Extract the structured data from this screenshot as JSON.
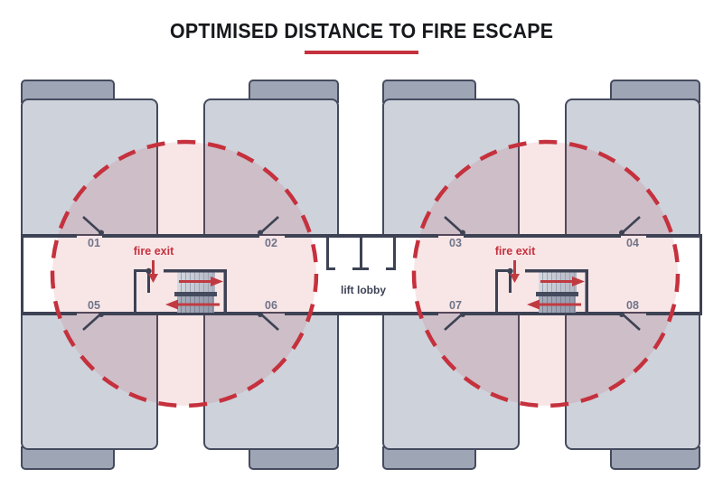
{
  "title": {
    "text": "OPTIMISED DISTANCE TO FIRE ESCAPE"
  },
  "labels": {
    "fire_exit": "fire exit",
    "lift_lobby": "lift lobby"
  },
  "units": [
    "01",
    "02",
    "03",
    "04",
    "05",
    "06",
    "07",
    "08"
  ],
  "icons": {
    "fire_exit_arrow": "arrow-down-icon",
    "stair_flight_up_arrow": "arrow-right-icon",
    "stair_flight_down_arrow": "arrow-left-icon",
    "door_swing": "door-leaf-icon",
    "coverage_ring": "dashed-circle-icon"
  },
  "colors": {
    "background": "#ffffff",
    "title_text": "#17181c",
    "accent_red": "#c5313d",
    "block_fill": "#ced2db",
    "cap_fill": "#9ea5b5",
    "outline_dark": "#3d4254",
    "unit_label": "#6f7488",
    "coverage_fill": "rgba(197,49,61,0.12)"
  }
}
